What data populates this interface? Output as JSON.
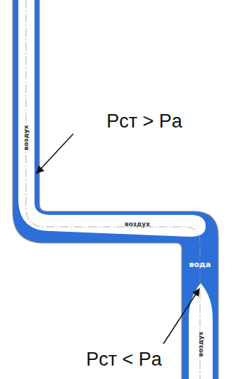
{
  "diagram": {
    "labels": [
      "воздух",
      "Pст > Pa",
      "воздух",
      "вода",
      "Pст < Pa",
      "воздух"
    ]
  }
}
